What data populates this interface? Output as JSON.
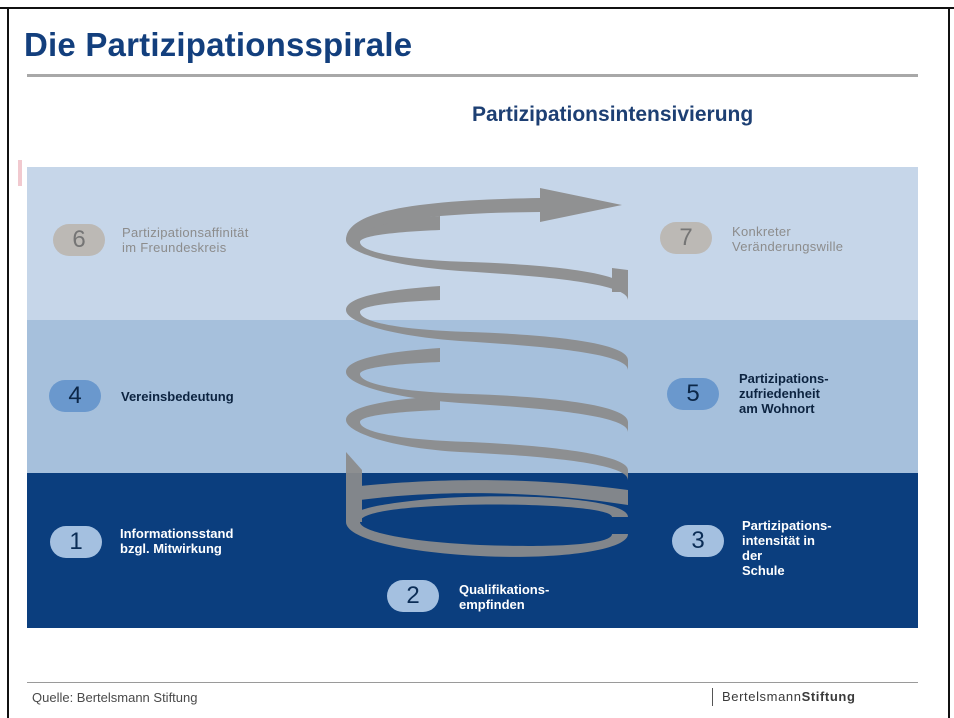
{
  "title": "Die Partizipationsspirale",
  "subtitle": "Partizipationsintensivierung",
  "stages": [
    {
      "number": "1",
      "label": "Informationsstand\nbzgl. Mitwirkung"
    },
    {
      "number": "2",
      "label": "Qualifikations-\nempfinden"
    },
    {
      "number": "3",
      "label": "Partizipations-\nintensität in der\nSchule"
    },
    {
      "number": "4",
      "label": "Vereinsbedeutung"
    },
    {
      "number": "5",
      "label": "Partizipations-\nzufriedenheit\nam Wohnort"
    },
    {
      "number": "6",
      "label": "Partizipationsaffinität\nim Freundeskreis"
    },
    {
      "number": "7",
      "label": "Konkreter\nVeränderungswille"
    }
  ],
  "footer": {
    "source": "Quelle: Bertelsmann Stiftung",
    "brand_part1": "Bertelsmann",
    "brand_part2": "Stiftung"
  },
  "colors": {
    "title": "#133f7d",
    "band_top": "#c6d6e9",
    "band_mid": "#a6c0dc",
    "band_bottom": "#0b3e7e",
    "spiral": "#8c8c8c"
  }
}
